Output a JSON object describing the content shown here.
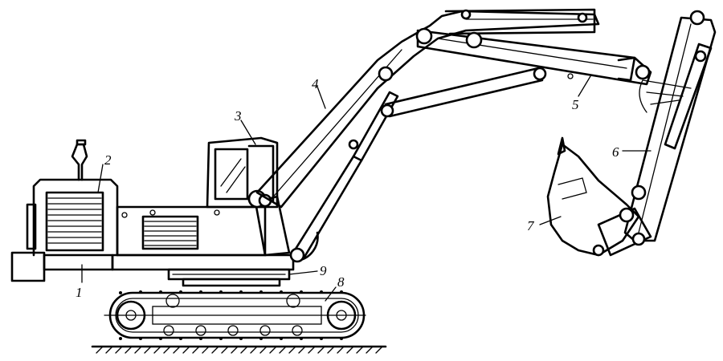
{
  "figure": {
    "labels": [
      {
        "id": "1",
        "text": "1"
      },
      {
        "id": "2",
        "text": "2"
      },
      {
        "id": "3",
        "text": "3"
      },
      {
        "id": "4",
        "text": "4"
      },
      {
        "id": "5",
        "text": "5"
      },
      {
        "id": "6",
        "text": "6"
      },
      {
        "id": "7",
        "text": "7"
      },
      {
        "id": "8",
        "text": "8"
      },
      {
        "id": "9",
        "text": "9"
      }
    ]
  }
}
